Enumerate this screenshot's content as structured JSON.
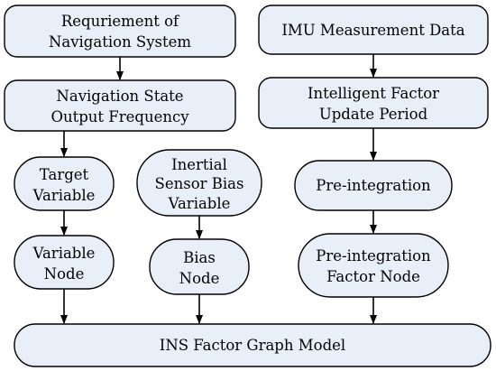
{
  "nodes": {
    "requirement": {
      "line1": "Requriement of",
      "line2": "Navigation System"
    },
    "imu_data": {
      "line1": "IMU Measurement Data"
    },
    "nav_state_freq": {
      "line1": "Navigation State",
      "line2": "Output Frequency"
    },
    "intelligent_factor": {
      "line1": "Intelligent Factor",
      "line2": "Update Period"
    },
    "target_variable": {
      "line1": "Target",
      "line2": "Variable"
    },
    "inertial_bias_variable": {
      "line1": "Inertial",
      "line2": "Sensor Bias",
      "line3": "Variable"
    },
    "pre_integration": {
      "line1": "Pre-integration"
    },
    "variable_node": {
      "line1": "Variable",
      "line2": "Node"
    },
    "bias_node": {
      "line1": "Bias",
      "line2": "Node"
    },
    "pre_integration_factor_node": {
      "line1": "Pre-integration",
      "line2": "Factor Node"
    },
    "ins_model": {
      "line1": "INS Factor Graph Model"
    }
  },
  "colors": {
    "box_fill": "#e9eff9",
    "stroke": "#000000"
  }
}
